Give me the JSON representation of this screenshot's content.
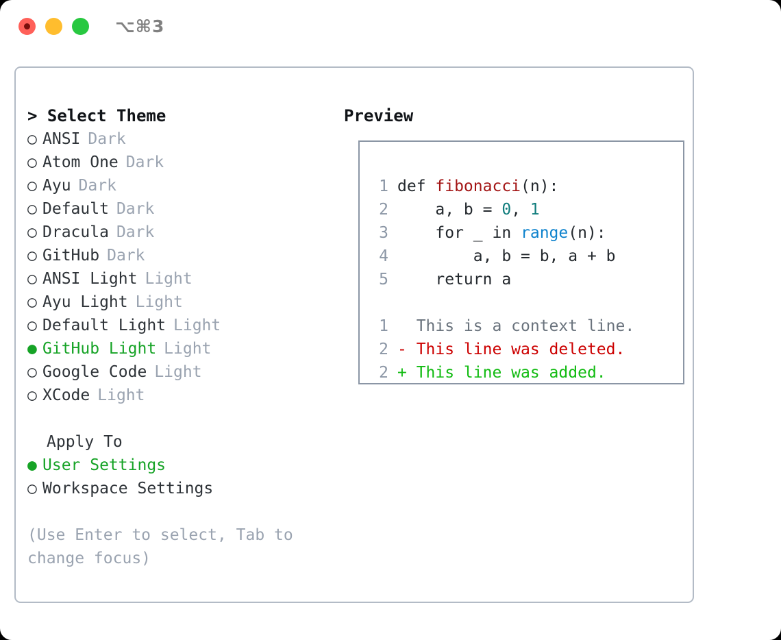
{
  "window": {
    "shortcut_label": "⌥⌘3",
    "traffic_lights": [
      "close",
      "minimize",
      "zoom"
    ]
  },
  "theme_picker": {
    "header": "> Select Theme",
    "bullet_unselected": "○",
    "bullet_selected": "●",
    "items": [
      {
        "name": "ANSI",
        "tag": "Dark",
        "selected": false
      },
      {
        "name": "Atom One",
        "tag": "Dark",
        "selected": false
      },
      {
        "name": "Ayu",
        "tag": "Dark",
        "selected": false
      },
      {
        "name": "Default",
        "tag": "Dark",
        "selected": false
      },
      {
        "name": "Dracula",
        "tag": "Dark",
        "selected": false
      },
      {
        "name": "GitHub",
        "tag": "Dark",
        "selected": false
      },
      {
        "name": "ANSI Light",
        "tag": "Light",
        "selected": false
      },
      {
        "name": "Ayu Light",
        "tag": "Light",
        "selected": false
      },
      {
        "name": "Default Light",
        "tag": "Light",
        "selected": false
      },
      {
        "name": "GitHub Light",
        "tag": "Light",
        "selected": true
      },
      {
        "name": "Google Code",
        "tag": "Light",
        "selected": false
      },
      {
        "name": "XCode",
        "tag": "Light",
        "selected": false
      }
    ]
  },
  "apply_to": {
    "header": "Apply To",
    "options": [
      {
        "name": "User Settings",
        "selected": true
      },
      {
        "name": "Workspace Settings",
        "selected": false
      }
    ]
  },
  "hint": "(Use Enter to select, Tab to change focus)",
  "preview": {
    "header": "Preview",
    "code_lines": [
      {
        "num": "1",
        "tokens": [
          {
            "t": "def ",
            "c": "plain"
          },
          {
            "t": "fibonacci",
            "c": "fn"
          },
          {
            "t": "(n):",
            "c": "plain"
          }
        ]
      },
      {
        "num": "2",
        "tokens": [
          {
            "t": "    a, b = ",
            "c": "plain"
          },
          {
            "t": "0",
            "c": "num"
          },
          {
            "t": ", ",
            "c": "plain"
          },
          {
            "t": "1",
            "c": "num"
          }
        ]
      },
      {
        "num": "3",
        "tokens": [
          {
            "t": "    for _ in ",
            "c": "plain"
          },
          {
            "t": "range",
            "c": "kw"
          },
          {
            "t": "(n):",
            "c": "plain"
          }
        ]
      },
      {
        "num": "4",
        "tokens": [
          {
            "t": "        a, b = b, a + b",
            "c": "plain"
          }
        ]
      },
      {
        "num": "5",
        "tokens": [
          {
            "t": "    return a",
            "c": "plain"
          }
        ]
      }
    ],
    "diff_lines": [
      {
        "num": "1",
        "marker": "  ",
        "text": "This is a context line.",
        "kind": "ctx"
      },
      {
        "num": "2",
        "marker": "- ",
        "text": "This line was deleted.",
        "kind": "del"
      },
      {
        "num": "2",
        "marker": "+ ",
        "text": "This line was added.",
        "kind": "add"
      }
    ]
  },
  "colors": {
    "accent_green": "#16a326",
    "muted": "#9aa3b0",
    "line_number": "#8b96a5",
    "panel_border": "#b3bbc6",
    "preview_border": "#8b96a5",
    "syntax_function": "#a31515",
    "syntax_number": "#0f7c7c",
    "syntax_keyword": "#0f83cd",
    "diff_deleted": "#cc0000",
    "diff_added": "#11bb11",
    "diff_context": "#6a737d"
  }
}
